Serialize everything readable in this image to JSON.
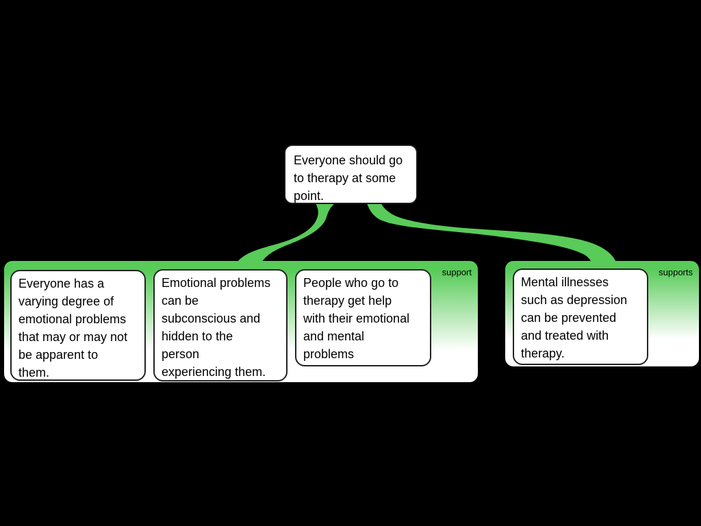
{
  "colors": {
    "background": "#000000",
    "support_green": "#58cb58",
    "node_background": "#ffffff",
    "node_border": "#1a1a1a",
    "text": "#000000"
  },
  "claim": {
    "text": "Everyone should go\nto therapy at some\npoint."
  },
  "groups": [
    {
      "label": "support",
      "reasons": [
        {
          "text": "Everyone has a\nvarying degree of\nemotional problems\nthat may or may not\nbe apparent to\nthem."
        },
        {
          "text": "Emotional problems\ncan be\nsubconscious and\nhidden to the\nperson\nexperiencing them."
        },
        {
          "text": "People who go to\ntherapy get help\nwith their emotional\nand mental\nproblems"
        }
      ]
    },
    {
      "label": "supports",
      "reasons": [
        {
          "text": "Mental illnesses\nsuch as depression\ncan be prevented\nand treated with\ntherapy."
        }
      ]
    }
  ]
}
